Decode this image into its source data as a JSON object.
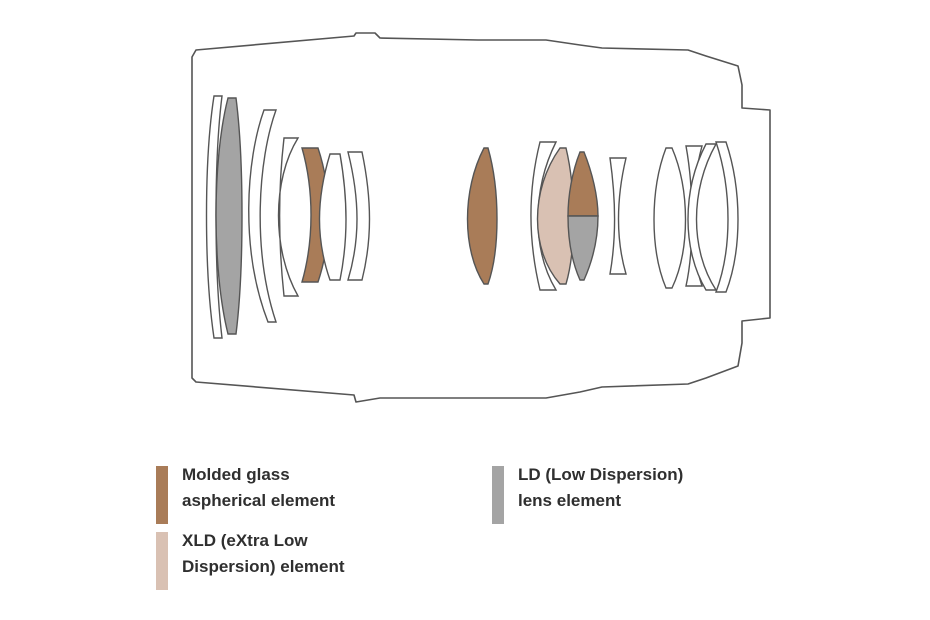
{
  "colors": {
    "outline": "#555555",
    "molded_aspherical": "#a97c58",
    "ld": "#a4a4a4",
    "xld": "#d9c1b3",
    "text": "#2f2f2f"
  },
  "legend": [
    {
      "key": "molded_aspherical",
      "line1": "Molded glass",
      "line2": "aspherical element"
    },
    {
      "key": "ld",
      "line1": "LD (Low Dispersion)",
      "line2": "lens element"
    },
    {
      "key": "xld",
      "line1": "XLD (eXtra Low",
      "line2": "Dispersion) element"
    }
  ]
}
